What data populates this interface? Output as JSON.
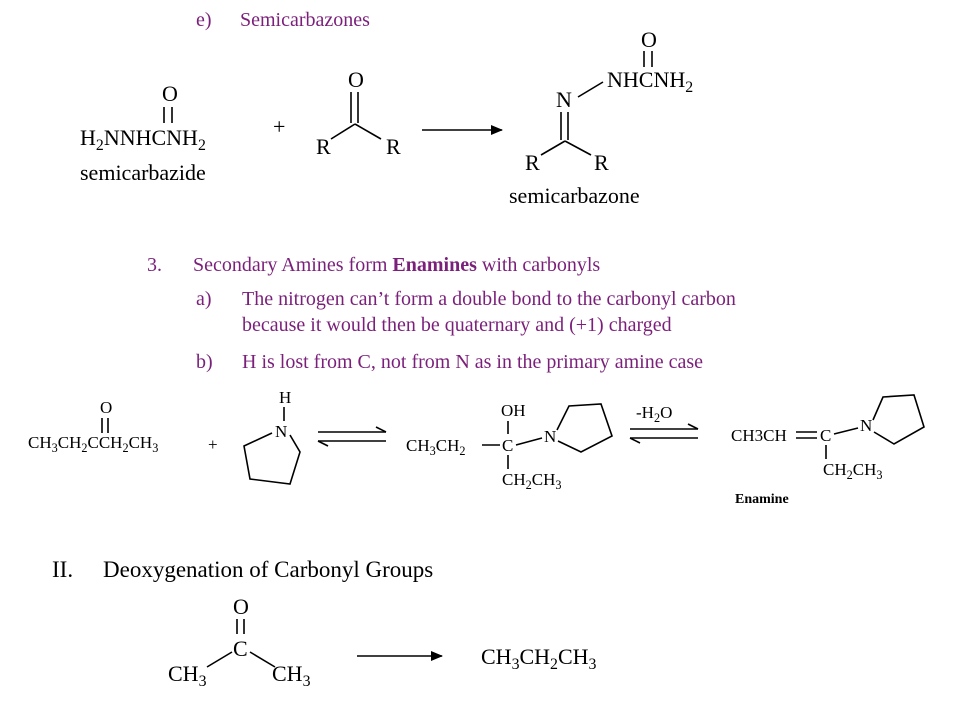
{
  "section_e": {
    "marker": "e)",
    "title": "Semicarbazones"
  },
  "reaction1": {
    "reagent_formula": "H2NNHCNH2",
    "reagent_name": "semicarbazide",
    "plus": "+",
    "product_top": "NHCNH2",
    "product_n": "N",
    "product_name": "semicarbazone",
    "R": "R",
    "O": "O"
  },
  "item3": {
    "marker": "3.",
    "pre": "Secondary Amines form ",
    "bold": "Enamines",
    "post": " with carbonyls"
  },
  "item3a": {
    "marker": "a)",
    "line1": "The nitrogen can’t form a double bond to the carbonyl carbon",
    "line2": "because it would then be quaternary and (+1) charged"
  },
  "item3b": {
    "marker": "b)",
    "text": "H is lost from C, not from N as in the primary amine case"
  },
  "reaction2": {
    "ketone": "CH3CH2CCH2CH3",
    "amine_h": "H",
    "amine_n": "N",
    "intermediate_left": "CH3CH2",
    "intermediate_c": "C",
    "intermediate_oh": "OH",
    "intermediate_bottom": "CH2CH3",
    "condition": "-H2O",
    "enamine_left": "CH3CH",
    "enamine_c": "C",
    "enamine_bottom": "CH2CH3",
    "enamine_label": "Enamine"
  },
  "section_ii": {
    "marker": "II.",
    "title": "Deoxygenation of Carbonyl Groups"
  },
  "reaction3": {
    "ch3_left": "CH3",
    "ch3_right": "CH3",
    "c": "C",
    "o": "O",
    "product": "CH3CH2CH3"
  },
  "colors": {
    "purple_text": "#7a1f7a",
    "black": "#000000"
  }
}
